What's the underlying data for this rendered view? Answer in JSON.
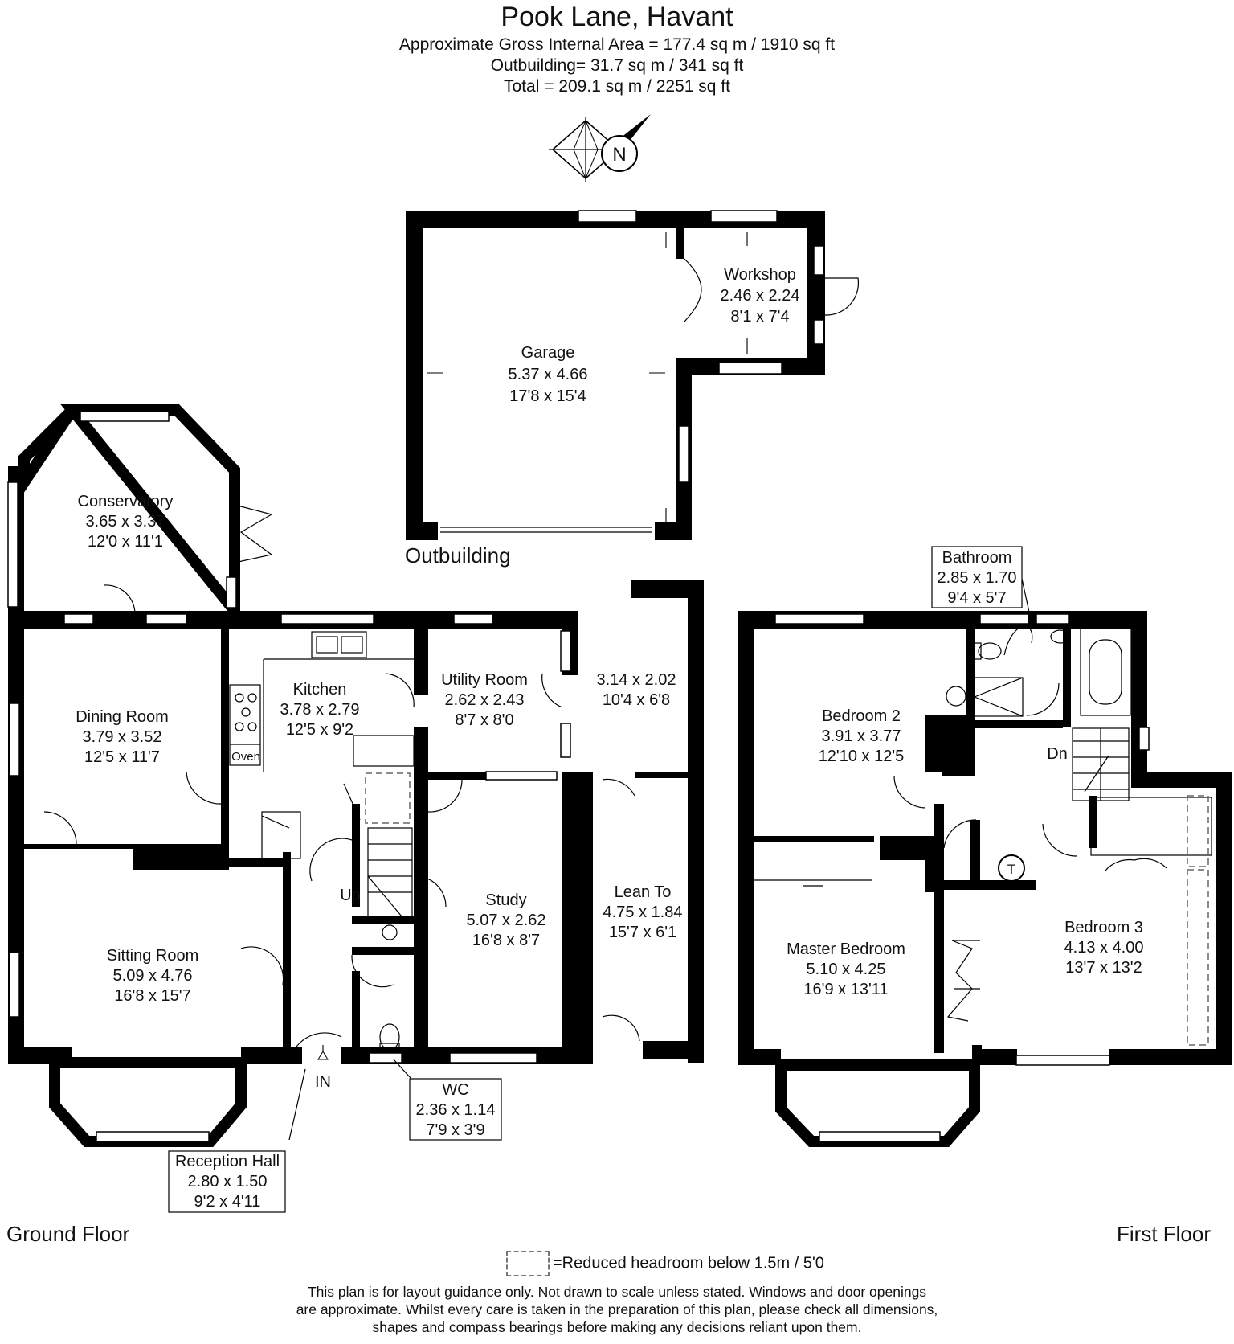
{
  "header": {
    "title": "Pook Lane, Havant",
    "area_lines": [
      "Approximate Gross Internal Area = 177.4 sq m / 1910 sq ft",
      "Outbuilding= 31.7 sq m / 341 sq ft",
      "Total = 209.1 sq m / 2251 sq ft"
    ]
  },
  "compass": {
    "label": "N"
  },
  "floors": {
    "ground": "Ground Floor",
    "first": "First Floor",
    "outbuilding": "Outbuilding"
  },
  "rooms": {
    "garage": {
      "name": "Garage",
      "metric": "5.37 x 4.66",
      "imperial": "17'8 x 15'4"
    },
    "workshop": {
      "name": "Workshop",
      "metric": "2.46 x 2.24",
      "imperial": "8'1 x 7'4"
    },
    "conservatory": {
      "name": "Conservatory",
      "metric": "3.65 x 3.37",
      "imperial": "12'0 x 11'1"
    },
    "dining": {
      "name": "Dining Room",
      "metric": "3.79 x 3.52",
      "imperial": "12'5 x 11'7"
    },
    "kitchen": {
      "name": "Kitchen",
      "metric": "3.78 x 2.79",
      "imperial": "12'5 x 9'2"
    },
    "utility": {
      "name": "Utility Room",
      "metric": "2.62 x 2.43",
      "imperial": "8'7 x 8'0"
    },
    "store": {
      "metric": "3.14 x 2.02",
      "imperial": "10'4 x 6'8"
    },
    "study": {
      "name": "Study",
      "metric": "5.07 x 2.62",
      "imperial": "16'8 x 8'7"
    },
    "leanto": {
      "name": "Lean To",
      "metric": "4.75 x 1.84",
      "imperial": "15'7 x 6'1"
    },
    "sitting": {
      "name": "Sitting Room",
      "metric": "5.09 x 4.76",
      "imperial": "16'8 x 15'7"
    },
    "wc": {
      "name": "WC",
      "metric": "2.36 x 1.14",
      "imperial": "7'9 x 3'9"
    },
    "reception": {
      "name": "Reception Hall",
      "metric": "2.80 x 1.50",
      "imperial": "9'2 x 4'11"
    },
    "bathroom": {
      "name": "Bathroom",
      "metric": "2.85 x 1.70",
      "imperial": "9'4 x 5'7"
    },
    "bedroom2": {
      "name": "Bedroom 2",
      "metric": "3.91 x 3.77",
      "imperial": "12'10 x 12'5"
    },
    "master": {
      "name": "Master Bedroom",
      "metric": "5.10 x 4.25",
      "imperial": "16'9 x 13'11"
    },
    "bedroom3": {
      "name": "Bedroom 3",
      "metric": "4.13 x 4.00",
      "imperial": "13'7 x 13'2"
    }
  },
  "labels": {
    "oven": "Oven",
    "up": "Up",
    "dn": "Dn",
    "in": "IN",
    "tank": "T"
  },
  "legend": {
    "text": "=Reduced headroom below 1.5m / 5'0"
  },
  "disclaimer": [
    "This plan is for layout guidance only. Not drawn to scale unless stated. Windows and door openings",
    "are approximate. Whilst every care is taken in the preparation of this plan, please check all dimensions,",
    "shapes and compass bearings before making any decisions reliant upon them."
  ]
}
